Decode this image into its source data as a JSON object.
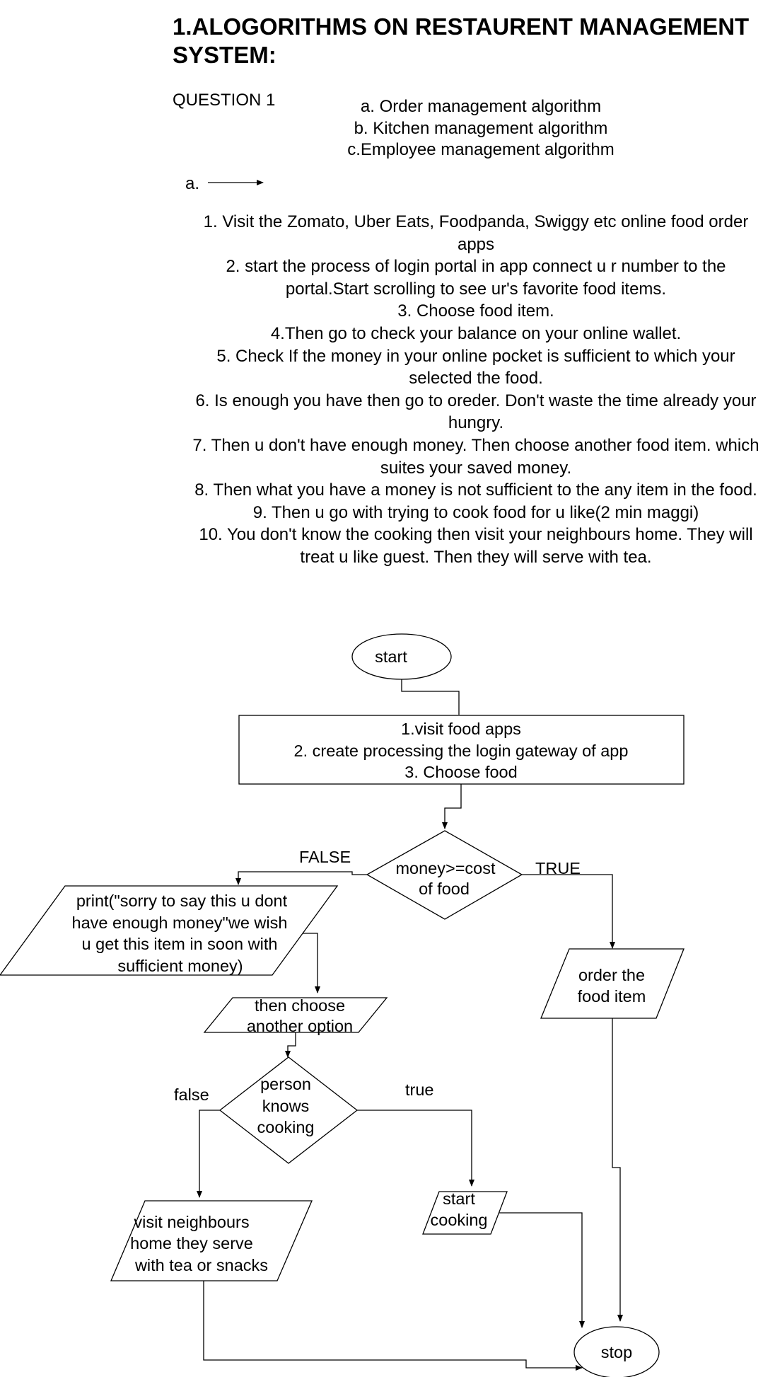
{
  "heading": "1.ALOGORITHMS ON RESTAURENT MANAGEMENT SYSTEM:",
  "question": {
    "label": "QUESTION 1",
    "items": [
      "a. Order management algorithm",
      "b. Kitchen management algorithm",
      "c.Employee management algorithm"
    ]
  },
  "section_marker": "a.",
  "steps": [
    "1. Visit the Zomato, Uber Eats, Foodpanda, Swiggy etc online food order apps",
    "2. start the process of login portal in app connect u r number  to the portal.Start scrolling to see ur's favorite food items.",
    "3. Choose food item.",
    "4.Then go to check your balance on your online wallet.",
    "5. Check If the money in your online pocket is sufficient to  which your selected the food.",
    "6. Is enough you have then go to oreder. Don't waste the time already your hungry.",
    "7. Then u don't have enough money. Then choose another food item. which suites your saved money.",
    "8. Then what you have a money is not sufficient to the any item in the food.",
    "9. Then u go with trying to cook food for u like(2 min maggi)",
    "10. You don't know the cooking then visit your neighbours home. They will treat u like guest. Then they will  serve with tea."
  ],
  "flowchart": {
    "start": "start",
    "process": [
      "1.visit food apps",
      "2. create processing the login gateway of app",
      "3. Choose food"
    ],
    "decision1": [
      "money>=cost",
      "of food"
    ],
    "decision1_false": "FALSE",
    "decision1_true": "TRUE",
    "sorry_output": [
      "print(\"sorry to say this u dont",
      "have enough money\"we wish",
      "u get this item in soon with",
      "sufficient money)"
    ],
    "order_output": [
      "order the",
      "food item"
    ],
    "another_option": [
      "then choose",
      "another option"
    ],
    "decision2": [
      "person",
      "knows",
      "cooking"
    ],
    "decision2_false": "false",
    "decision2_true": "true",
    "start_cooking": [
      "start",
      "cooking"
    ],
    "neighbours": [
      "visit neighbours",
      "home they serve",
      "with tea or snacks"
    ],
    "stop": "stop"
  }
}
